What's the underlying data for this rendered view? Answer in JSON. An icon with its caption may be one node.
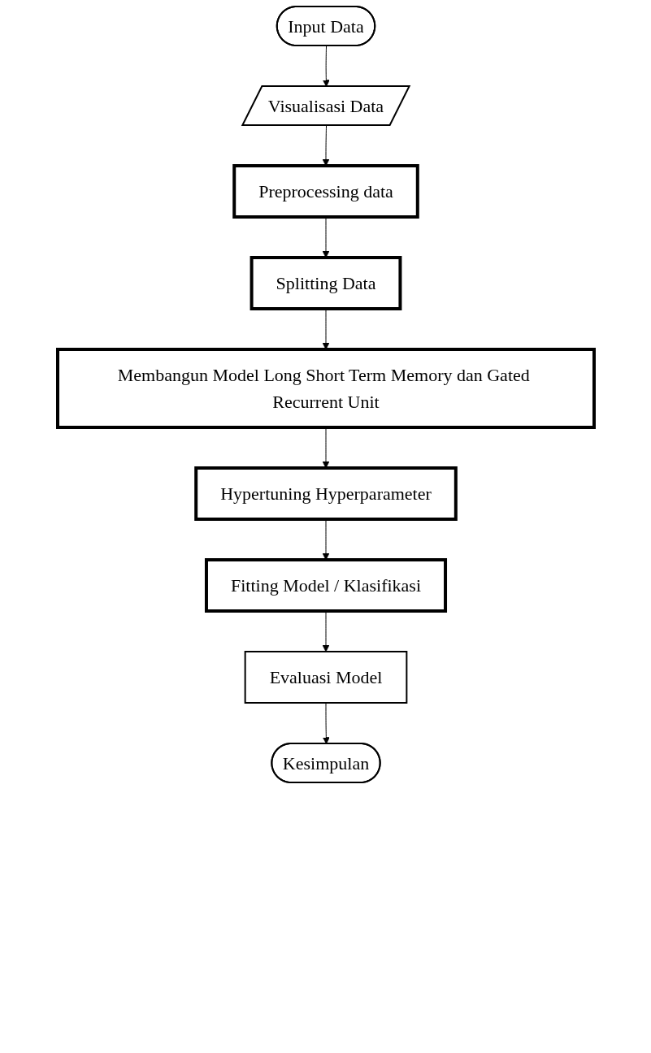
{
  "diagram": {
    "nodes": [
      {
        "text": [
          "Input Data"
        ]
      },
      {
        "text": [
          "Visualisasi Data"
        ]
      },
      {
        "text": [
          "Preprocessing data"
        ]
      },
      {
        "text": [
          "Splitting Data"
        ]
      },
      {
        "text": [
          "Membangun Model Long Short Term Memory dan Gated Recurrent Unit"
        ]
      },
      {
        "text": [
          "Hypertuning Hyperparameter"
        ]
      },
      {
        "text": [
          "Fitting Model / Klasifikasi"
        ]
      },
      {
        "text": [
          "Evaluasi Model"
        ]
      },
      {
        "text": [
          "Kesimpulan"
        ]
      }
    ],
    "edges": [
      {
        "from": 0,
        "to": 1,
        "arrow": "to"
      },
      {
        "from": 1,
        "to": 2,
        "arrow": "to"
      },
      {
        "from": 2,
        "to": 3,
        "arrow": "to"
      },
      {
        "from": 3,
        "to": 4,
        "arrow": "to"
      },
      {
        "from": 4,
        "to": 5,
        "arrow": "to"
      },
      {
        "from": 5,
        "to": 6,
        "arrow": "to"
      },
      {
        "from": 6,
        "to": 7,
        "arrow": "to"
      },
      {
        "from": 7,
        "to": 8,
        "arrow": "to"
      }
    ]
  }
}
